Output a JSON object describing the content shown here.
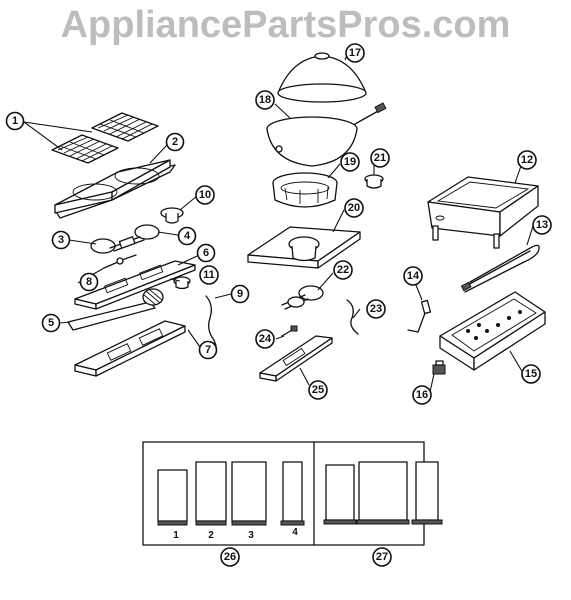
{
  "watermark": "AppliancePartsPros.com",
  "callouts": [
    {
      "id": "c1",
      "label": "1"
    },
    {
      "id": "c2",
      "label": "2"
    },
    {
      "id": "c3",
      "label": "3"
    },
    {
      "id": "c4",
      "label": "4"
    },
    {
      "id": "c5",
      "label": "5"
    },
    {
      "id": "c6",
      "label": "6"
    },
    {
      "id": "c7",
      "label": "7"
    },
    {
      "id": "c8",
      "label": "8"
    },
    {
      "id": "c9",
      "label": "9"
    },
    {
      "id": "c10",
      "label": "10"
    },
    {
      "id": "c11",
      "label": "11"
    },
    {
      "id": "c12",
      "label": "12"
    },
    {
      "id": "c13",
      "label": "13"
    },
    {
      "id": "c14",
      "label": "14"
    },
    {
      "id": "c15",
      "label": "15"
    },
    {
      "id": "c16",
      "label": "16"
    },
    {
      "id": "c17",
      "label": "17"
    },
    {
      "id": "c18",
      "label": "18"
    },
    {
      "id": "c19",
      "label": "19"
    },
    {
      "id": "c20",
      "label": "20"
    },
    {
      "id": "c21",
      "label": "21"
    },
    {
      "id": "c22",
      "label": "22"
    },
    {
      "id": "c23",
      "label": "23"
    },
    {
      "id": "c24",
      "label": "24"
    },
    {
      "id": "c25",
      "label": "25"
    },
    {
      "id": "c26",
      "label": "26"
    },
    {
      "id": "c27",
      "label": "27"
    }
  ],
  "kit26_labels": [
    "1",
    "2",
    "3",
    "4"
  ]
}
